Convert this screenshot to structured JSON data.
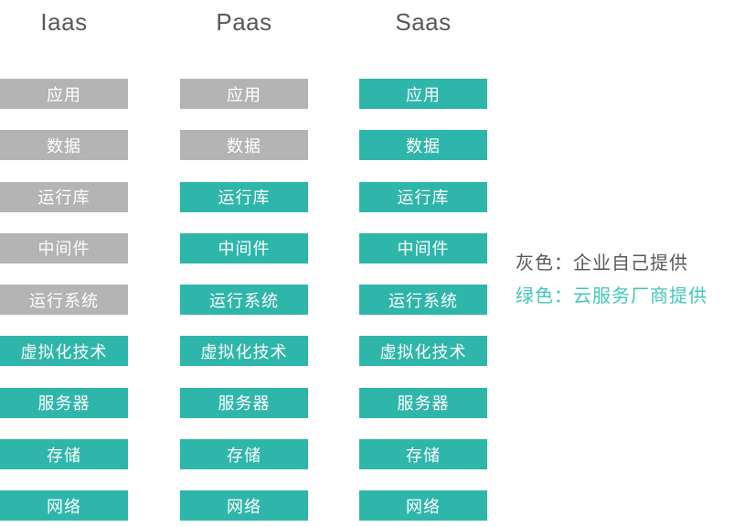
{
  "colors": {
    "gray_box": "#b4b4b4",
    "teal_box": "#2fb6aa",
    "box_text": "#ffffff",
    "heading_text": "#57585a",
    "legend_gray_text": "#58595b",
    "legend_teal_text": "#42c7bb"
  },
  "columns": [
    {
      "title": "Iaas",
      "layers": [
        {
          "label": "应用",
          "provider": "enterprise"
        },
        {
          "label": "数据",
          "provider": "enterprise"
        },
        {
          "label": "运行库",
          "provider": "enterprise"
        },
        {
          "label": "中间件",
          "provider": "enterprise"
        },
        {
          "label": "运行系统",
          "provider": "enterprise"
        },
        {
          "label": "虚拟化技术",
          "provider": "cloud"
        },
        {
          "label": "服务器",
          "provider": "cloud"
        },
        {
          "label": "存储",
          "provider": "cloud"
        },
        {
          "label": "网络",
          "provider": "cloud"
        }
      ]
    },
    {
      "title": "Paas",
      "layers": [
        {
          "label": "应用",
          "provider": "enterprise"
        },
        {
          "label": "数据",
          "provider": "enterprise"
        },
        {
          "label": "运行库",
          "provider": "cloud"
        },
        {
          "label": "中间件",
          "provider": "cloud"
        },
        {
          "label": "运行系统",
          "provider": "cloud"
        },
        {
          "label": "虚拟化技术",
          "provider": "cloud"
        },
        {
          "label": "服务器",
          "provider": "cloud"
        },
        {
          "label": "存储",
          "provider": "cloud"
        },
        {
          "label": "网络",
          "provider": "cloud"
        }
      ]
    },
    {
      "title": "Saas",
      "layers": [
        {
          "label": "应用",
          "provider": "cloud"
        },
        {
          "label": "数据",
          "provider": "cloud"
        },
        {
          "label": "运行库",
          "provider": "cloud"
        },
        {
          "label": "中间件",
          "provider": "cloud"
        },
        {
          "label": "运行系统",
          "provider": "cloud"
        },
        {
          "label": "虚拟化技术",
          "provider": "cloud"
        },
        {
          "label": "服务器",
          "provider": "cloud"
        },
        {
          "label": "存储",
          "provider": "cloud"
        },
        {
          "label": "网络",
          "provider": "cloud"
        }
      ]
    }
  ],
  "legend": [
    {
      "text": "灰色：企业自己提供",
      "tone": "gray"
    },
    {
      "text": "绿色：云服务厂商提供",
      "tone": "teal"
    }
  ]
}
